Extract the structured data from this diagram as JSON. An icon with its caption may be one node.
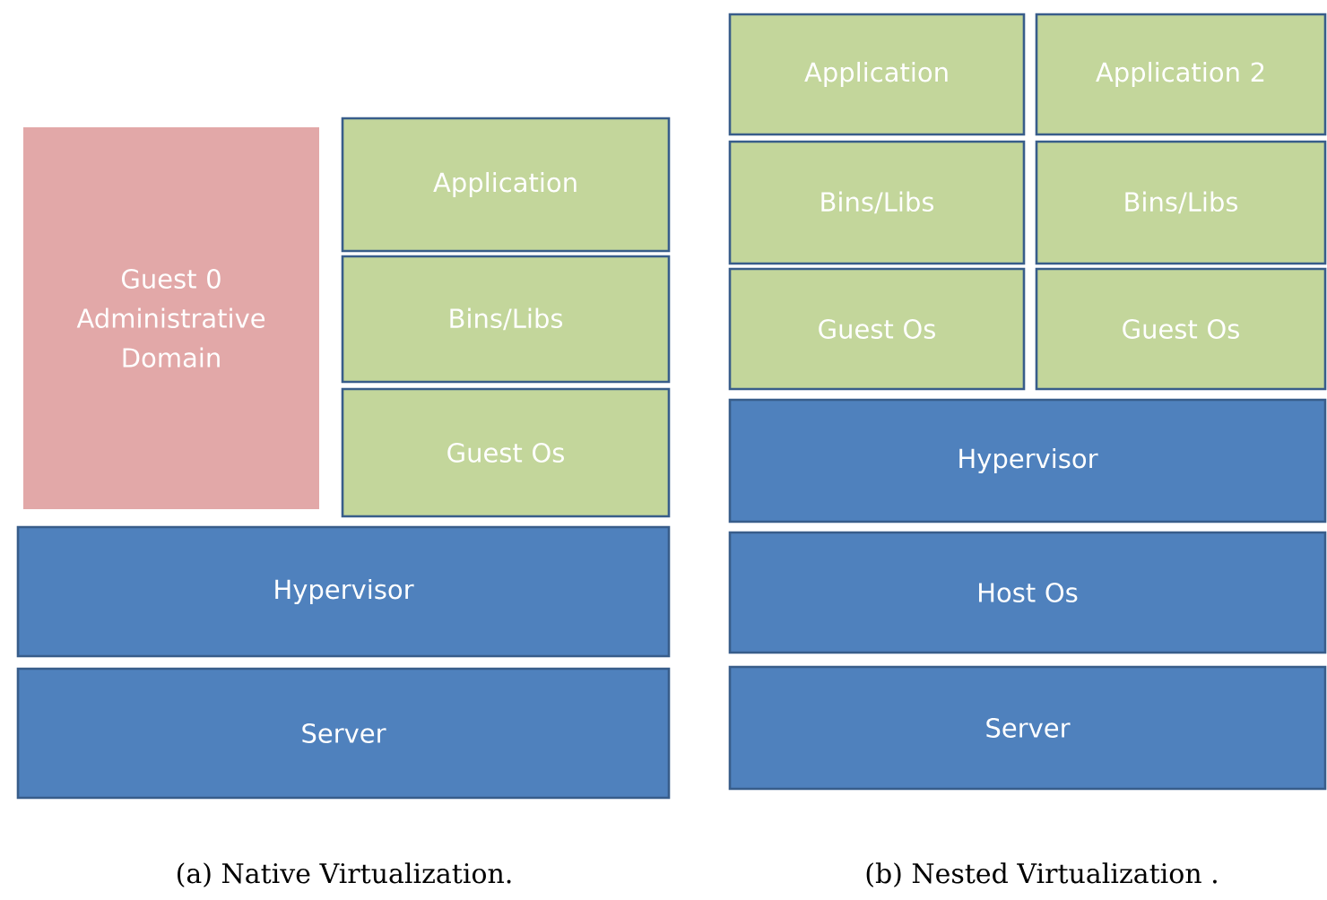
{
  "diagram": {
    "nodes": [
      {
        "text": [
          "Guest 0 Administrative Domain"
        ]
      },
      {
        "text": [
          "Application"
        ]
      },
      {
        "text": [
          "Bins/Libs"
        ]
      },
      {
        "text": [
          "Guest Os"
        ]
      },
      {
        "text": [
          "Hypervisor"
        ]
      },
      {
        "text": [
          "Server"
        ]
      },
      {
        "text": [
          "Application"
        ]
      },
      {
        "text": [
          "Application 2"
        ]
      },
      {
        "text": [
          "Bins/Libs"
        ]
      },
      {
        "text": [
          "Bins/Libs"
        ]
      },
      {
        "text": [
          "Guest Os"
        ]
      },
      {
        "text": [
          "Guest Os"
        ]
      },
      {
        "text": [
          "Hypervisor"
        ]
      },
      {
        "text": [
          "Host Os"
        ]
      },
      {
        "text": [
          "Server"
        ]
      }
    ],
    "labels": [
      "(a) Native Virtualization.",
      "(b) Nested Virtualization ."
    ]
  }
}
